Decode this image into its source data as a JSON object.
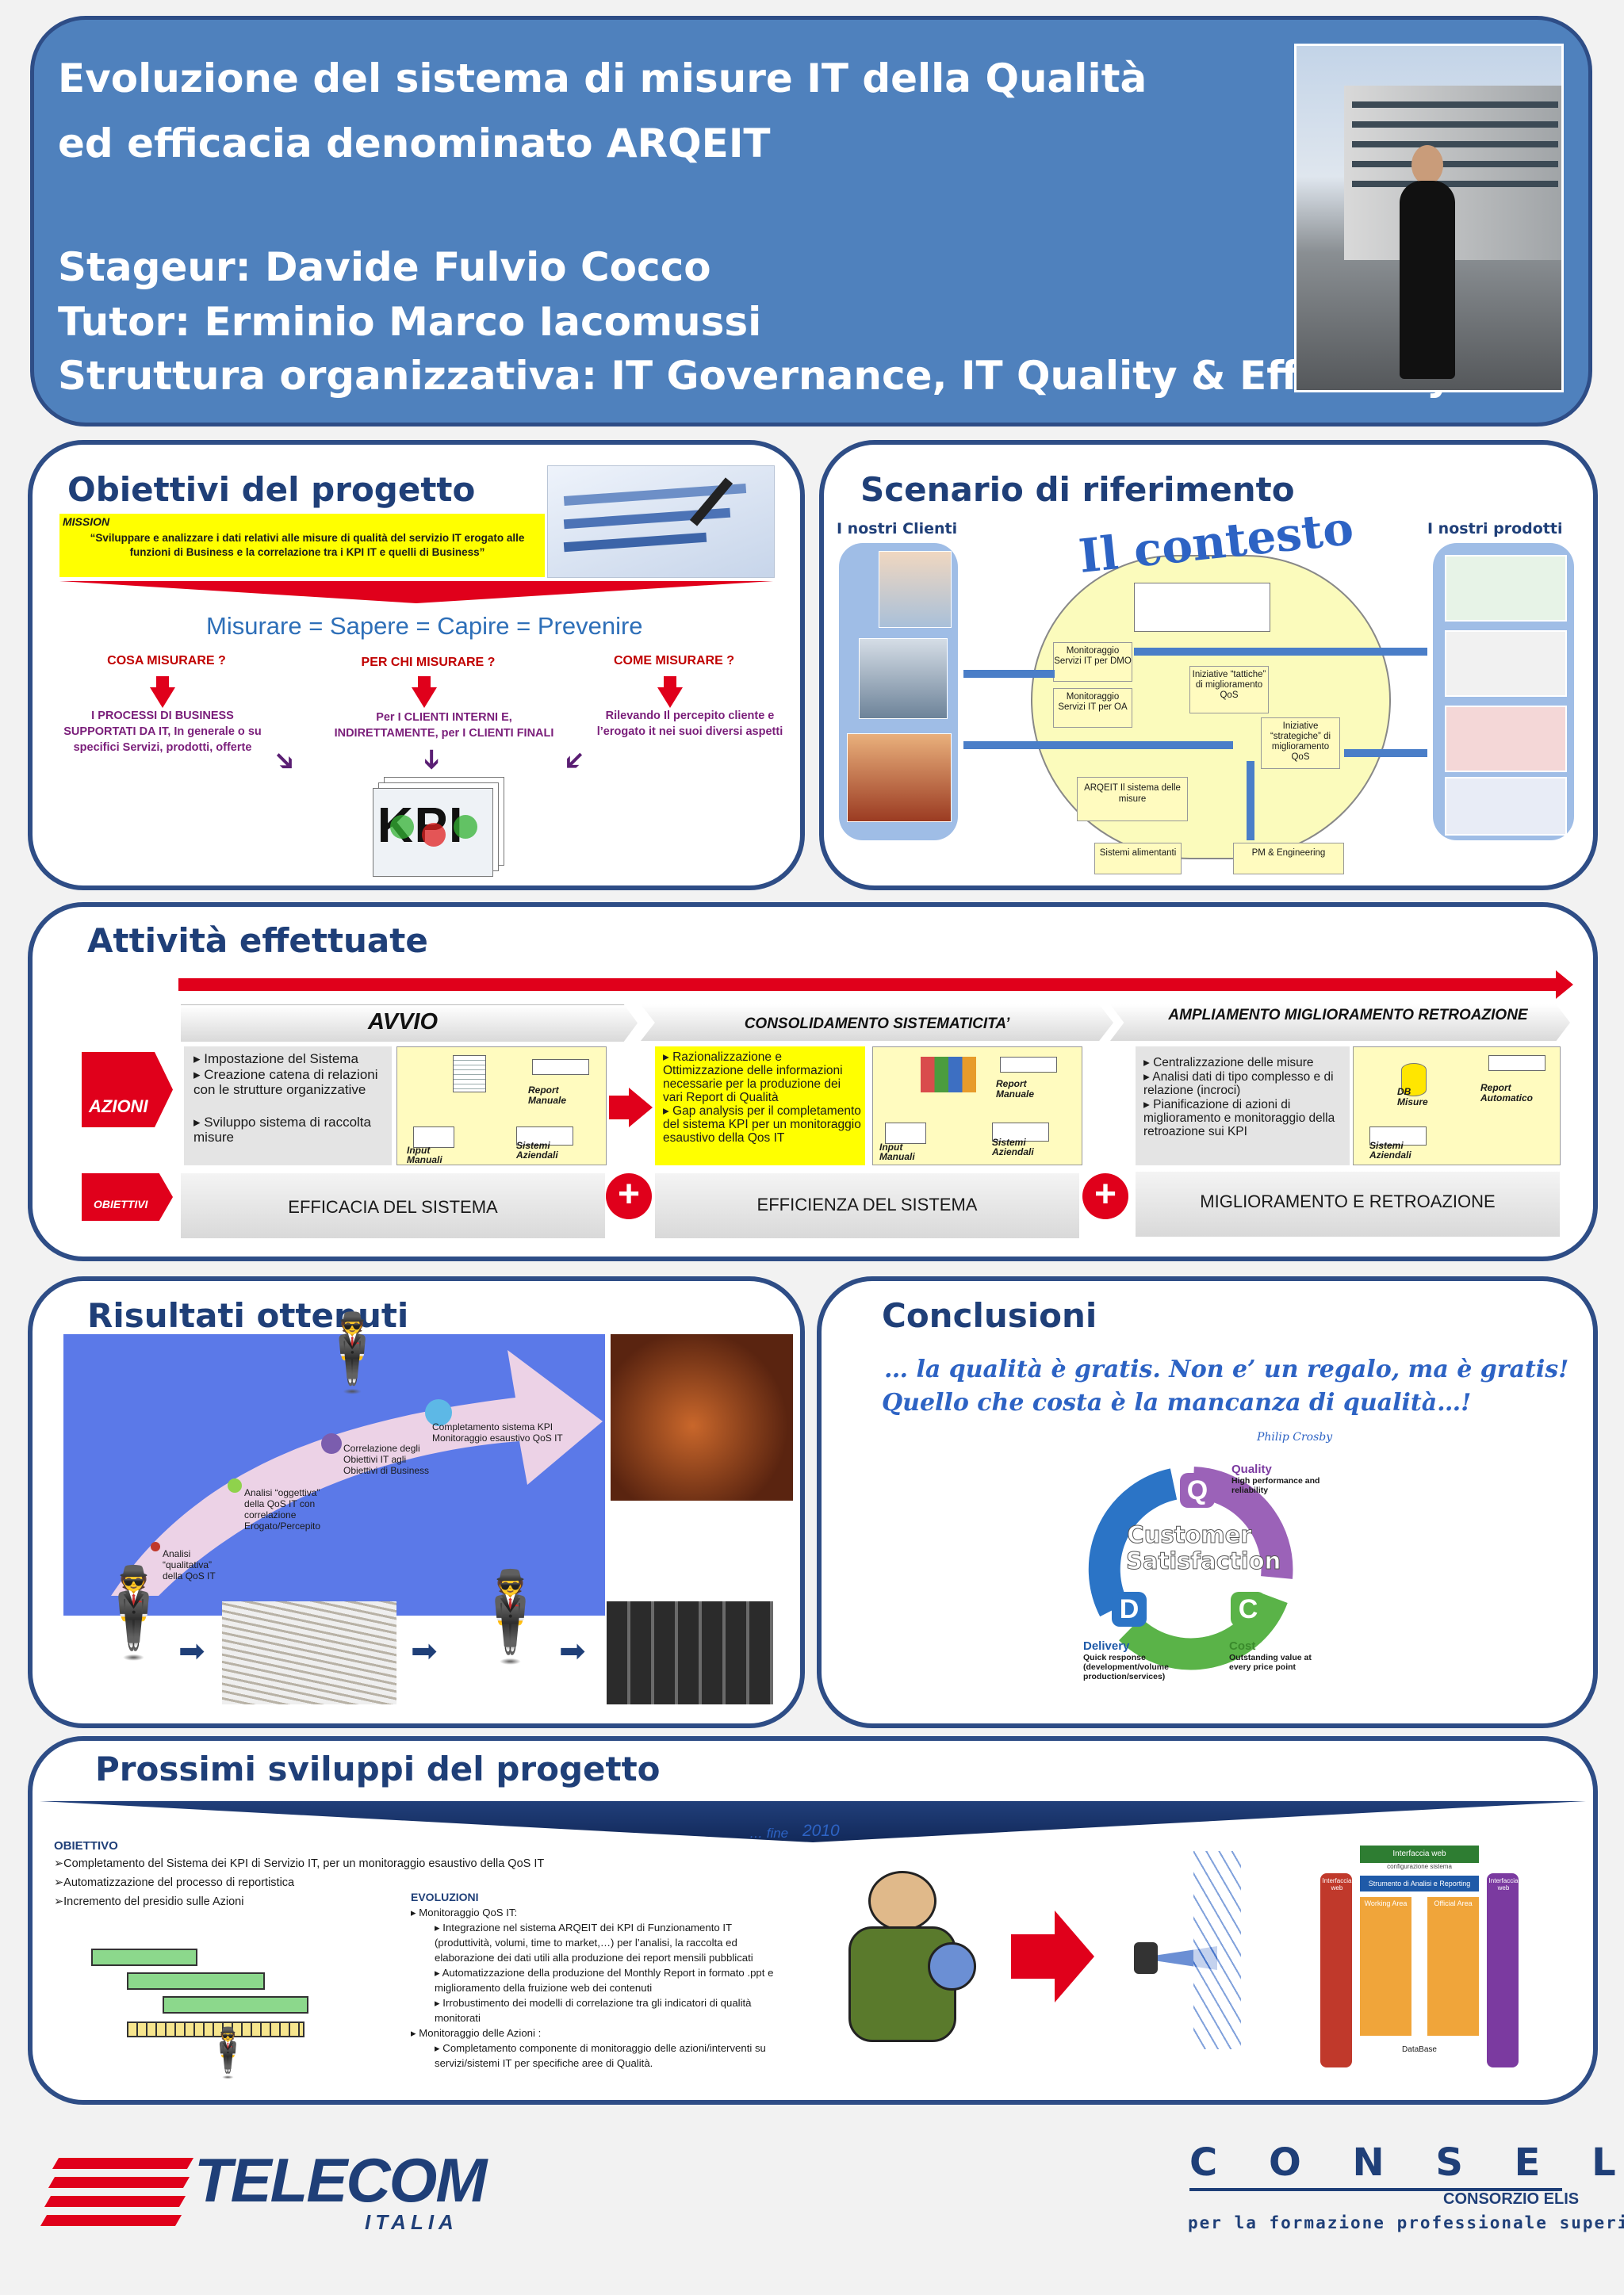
{
  "header": {
    "title_line1": "Evoluzione del sistema di misure IT della Qualità",
    "title_line2": "ed efficacia denominato ARQEIT",
    "stageur": "Stageur: Davide Fulvio Cocco",
    "tutor": "Tutor: Erminio Marco Iacomussi",
    "struttura": "Struttura organizzativa: IT Governance, IT Quality & Efficiency"
  },
  "obiettivi": {
    "title": "Obiettivi del progetto",
    "mission_label": "MISSION",
    "mission_text": "“Sviluppare e analizzare i dati relativi alle misure di qualità del servizio IT erogato alle funzioni di Business e la correlazione tra i KPI IT e quelli di Business”",
    "motto": "Misurare = Sapere = Capire = Prevenire",
    "q1": "COSA MISURARE ?",
    "q2": "PER CHI MISURARE ?",
    "q3": "COME MISURARE ?",
    "a1": "I PROCESSI DI BUSINESS SUPPORTATI DA IT,  In generale o su specifici Servizi, prodotti, offerte",
    "a2": "Per I CLIENTI INTERNI E, INDIRETTAMENTE, per I CLIENTI FINALI",
    "a3": "Rilevando Il percepito cliente e  l’erogato it nei suoi diversi aspetti",
    "kpi": "KPI"
  },
  "scenario": {
    "title": "Scenario di riferimento",
    "clienti": "I nostri Clienti",
    "prodotti": "I nostri prodotti",
    "contesto": "Il contesto",
    "b1": "Monitoraggio Servizi IT per DMO",
    "b2": "Monitoraggio Servizi IT per OA",
    "b3": "Iniziative “tattiche” di miglioramento QoS",
    "b4": "Iniziative “strategiche” di miglioramento QoS",
    "b5": "ARQEIT Il sistema delle misure",
    "b6": "Sistemi alimentanti",
    "b7": "PM & Engineering"
  },
  "attivita": {
    "title": "Attività effettuate",
    "phase1": "AVVIO",
    "phase2": "CONSOLIDAMENTO SISTEMATICITA’",
    "phase3": "AMPLIAMENTO MIGLIORAMENTO RETROAZIONE",
    "azioni": "AZIONI",
    "obiettivi": "OBIETTIVI",
    "list1": [
      "Impostazione del Sistema",
      "Creazione catena di relazioni con le strutture organizzative",
      "Sviluppo sistema di raccolta misure"
    ],
    "list2": [
      "Razionalizzazione e Ottimizzazione delle informazioni necessarie per la produzione dei vari Report di Qualità",
      "Gap analysis per il completamento del sistema KPI per un monitoraggio esaustivo della Qos IT"
    ],
    "list3": [
      "Centralizzazione delle misure",
      "Analisi dati di tipo complesso e di relazione (incroci)",
      "Pianificazione di azioni di miglioramento e monitoraggio della retroazione sui KPI"
    ],
    "d_report_manuale": "Report Manuale",
    "d_input_manuali": "Input Manuali",
    "d_sistemi_aziendali": "Sistemi Aziendali",
    "d_db_misure": "DB Misure",
    "d_report_automatico": "Report Automatico",
    "ob1": "EFFICACIA DEL SISTEMA",
    "ob2": "EFFICIENZA DEL SISTEMA",
    "ob3": "MIGLIORAMENTO E RETROAZIONE"
  },
  "risultati": {
    "title": "Risultati ottenuti",
    "s1": "Analisi “qualitativa” della QoS IT",
    "s2": "Analisi “oggettiva” della QoS IT con correlazione Erogato/Percepito",
    "s3": "Correlazione degli Obiettivi IT agli Obiettivi di Business",
    "s4": "Completamento sistema KPI Monitoraggio esaustivo QoS IT"
  },
  "conclusioni": {
    "title": "Conclusioni",
    "quote1": "… la qualità è gratis. Non e’ un regalo, ma è gratis!",
    "quote2": "Quello che costa è la mancanza di qualità…!",
    "author": "Philip Crosby",
    "center": "Customer Satisfaction",
    "q_letter": "Q",
    "q_title": "Quality",
    "q_desc": "High performance and reliability",
    "d_letter": "D",
    "d_title": "Delivery",
    "d_desc": "Quick response (development/volume production/services)",
    "c_letter": "C",
    "c_title": "Cost",
    "c_desc": "Outstanding value at every price point"
  },
  "prossimi": {
    "title": "Prossimi sviluppi del progetto",
    "timeline": "… fine",
    "year": "2010",
    "obiettivo_label": "OBIETTIVO",
    "obiettivi": [
      "Completamento del Sistema dei KPI di Servizio IT, per un monitoraggio esaustivo della QoS IT",
      "Automatizzazione del processo di reportistica",
      "Incremento del presidio sulle Azioni"
    ],
    "evoluzioni_label": "EVOLUZIONI",
    "ev_mon_qos": "Monitoraggio QoS IT:",
    "ev_items": [
      "Integrazione nel sistema ARQEIT dei KPI di Funzionamento IT (produttività, volumi, time to market,…) per l’analisi, la raccolta ed elaborazione dei dati utili alla produzione dei report mensili pubblicati",
      "Automatizzazione della produzione del Monthly Report in formato .ppt e miglioramento della fruizione web dei contenuti",
      "Irrobustimento dei modelli di correlazione tra gli indicatori di qualità monitorati"
    ],
    "ev_mon_azioni": "Monitoraggio delle Azioni :",
    "ev_azioni_item": "Completamento componente di monitoraggio delle azioni/interventi su servizi/sistemi IT per specifiche aree di Qualità.",
    "diag_top": "Interfaccia web",
    "diag_sub": "configurazione sistema",
    "diag_strumento": "Strumento di Analisi e Reporting",
    "diag_left": "Interfaccia web",
    "diag_right": "Interfaccia web",
    "diag_working": "Working Area",
    "diag_official": "Official Area",
    "diag_db": "DataBase"
  },
  "footer": {
    "telecom": "TELECOM",
    "italia": "ITALIA",
    "consel": "C O N S E L",
    "consorzio": "CONSORZIO ELIS",
    "formazione": "per la formazione professionale superiore"
  },
  "colors": {
    "header_bg": "#4f81bd",
    "panel_border": "#2e4d86",
    "title_blue": "#1f3f78",
    "accent_red": "#e0001b",
    "mission_yellow": "#ffff00"
  }
}
